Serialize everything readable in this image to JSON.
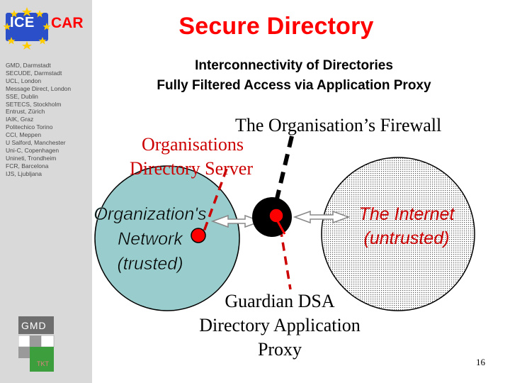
{
  "slide": {
    "title": "Secure Directory",
    "subtitle_line1": "Interconnectivity of Directories",
    "subtitle_line2": "Fully Filtered Access via Application Proxy",
    "page_number": "16"
  },
  "sidebar": {
    "logo_ice": "ICE",
    "logo_car": "CAR",
    "partners": [
      "GMD, Darmstadt",
      "SECUDE, Darmstadt",
      "UCL, London",
      "Message Direct, London",
      "SSE, Dublin",
      "SETECS, Stockholm",
      "Entrust, Zürich",
      "IAIK, Graz",
      "Politechico Torino",
      "CCI, Meppen",
      "U Salford, Manchester",
      "Uni-C, Copenhagen",
      "Unineti, Trondheim",
      "FCR, Barcelona",
      "IJS, Ljubljana"
    ],
    "gmd_logo_top": "GMD",
    "gmd_logo_bottom": "TKT"
  },
  "diagram": {
    "firewall_label": "The Organisation’s Firewall",
    "dir_server_line1": "Organisations",
    "dir_server_line2": "Directory Server",
    "org_network_line1": "Organization's",
    "org_network_line2": "Network",
    "org_network_line3": "(trusted)",
    "internet_line1": "The Internet",
    "internet_line2": "(untrusted)",
    "guardian_line1": "Guardian DSA",
    "guardian_line2": "Directory Application",
    "guardian_line3": "Proxy",
    "colors": {
      "trusted_fill": "#99cccc",
      "firewall_dashes": "#000000",
      "guardian_dashes": "#cc0000",
      "internet_text": "#cc0000",
      "node_red": "#ff0000"
    }
  }
}
